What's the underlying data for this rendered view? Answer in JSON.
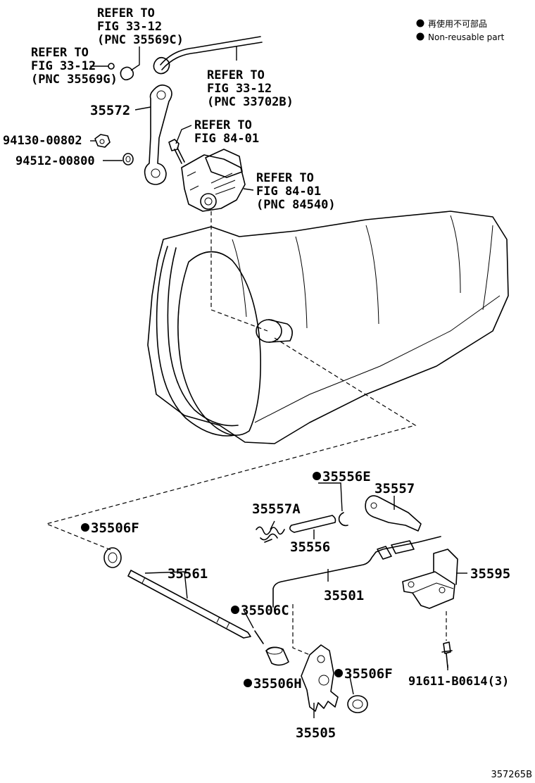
{
  "legend": {
    "jp": "再使用不可部品",
    "en": "Non-reusable part"
  },
  "figure_id": "357265B",
  "bullet": "●",
  "refs": {
    "r1": {
      "l1": "REFER TO",
      "l2": "FIG 33-12",
      "l3": "(PNC 35569C)"
    },
    "r2": {
      "l1": "REFER TO",
      "l2": "FIG 33-12",
      "l3": "(PNC 35569G)"
    },
    "r3": {
      "l1": "REFER TO",
      "l2": "FIG 33-12",
      "l3": "(PNC 33702B)"
    },
    "r4": {
      "l1": "REFER TO",
      "l2": "FIG 84-01"
    },
    "r5": {
      "l1": "REFER TO",
      "l2": "FIG 84-01",
      "l3": "(PNC 84540)"
    }
  },
  "parts": {
    "p35572": "35572",
    "p94130": "94130-00802",
    "p94512": "94512-00800",
    "p35556E": "35556E",
    "p35557": "35557",
    "p35557A": "35557A",
    "p35556": "35556",
    "p35506F_a": "35506F",
    "p35561": "35561",
    "p35501": "35501",
    "p35595": "35595",
    "p35506C": "35506C",
    "p35506H": "35506H",
    "p35506F_b": "35506F",
    "p91611": "91611-B0614(3)",
    "p35505": "35505"
  }
}
